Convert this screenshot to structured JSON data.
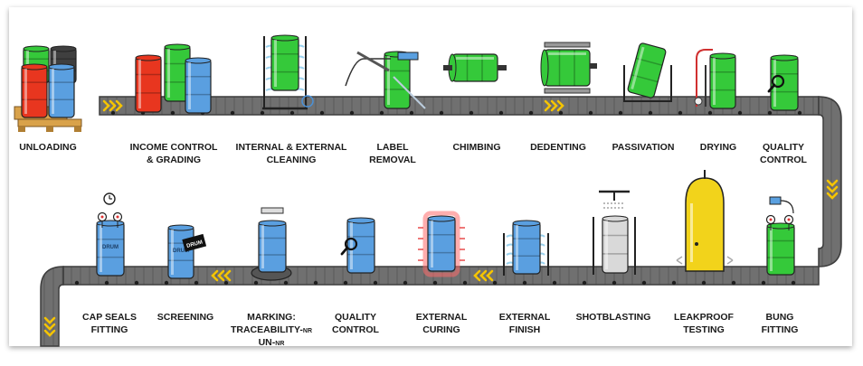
{
  "steps_top": [
    {
      "id": "unloading",
      "lines": [
        "UNLOADING"
      ]
    },
    {
      "id": "income-control-grading",
      "lines": [
        "INCOME CONTROL",
        "& GRADING"
      ]
    },
    {
      "id": "internal-external-cleaning",
      "lines": [
        "INTERNAL & EXTERNAL",
        "CLEANING"
      ]
    },
    {
      "id": "label-removal",
      "lines": [
        "LABEL",
        "REMOVAL"
      ]
    },
    {
      "id": "chimbing",
      "lines": [
        "CHIMBING"
      ]
    },
    {
      "id": "dedenting",
      "lines": [
        "DEDENTING"
      ]
    },
    {
      "id": "passivation",
      "lines": [
        "PASSIVATION"
      ]
    },
    {
      "id": "drying",
      "lines": [
        "DRYING"
      ]
    },
    {
      "id": "quality-control-top",
      "lines": [
        "QUALITY",
        "CONTROL"
      ]
    }
  ],
  "steps_bottom": [
    {
      "id": "cap-seals-fitting",
      "lines": [
        "CAP SEALS",
        "FITTING"
      ]
    },
    {
      "id": "screening",
      "lines": [
        "SCREENING"
      ]
    },
    {
      "id": "marking",
      "lines": [
        "MARKING:",
        "TRACEABILITY-",
        "UN-"
      ],
      "suffix": "NR"
    },
    {
      "id": "quality-control-bottom",
      "lines": [
        "QUALITY",
        "CONTROL"
      ]
    },
    {
      "id": "external-curing",
      "lines": [
        "EXTERNAL",
        "CURING"
      ]
    },
    {
      "id": "external-finish",
      "lines": [
        "EXTERNAL",
        "FINISH"
      ]
    },
    {
      "id": "shotblasting",
      "lines": [
        "SHOTBLASTING"
      ]
    },
    {
      "id": "leakproof-testing",
      "lines": [
        "LEAKPROOF",
        "TESTING"
      ]
    },
    {
      "id": "bung-fitting",
      "lines": [
        "BUNG",
        "FITTING"
      ]
    }
  ],
  "drum_text": "DRUM",
  "colors": {
    "belt": "#6d6d6d",
    "belt_dark": "#4a4a4a",
    "chevron": "#f5c400",
    "green": "#35c93a",
    "blue": "#5a9fe0",
    "red": "#e8361f",
    "grey_drum": "#3f3f3f",
    "yellow": "#f2d31b",
    "white_drum": "#d9d9d9",
    "pallet": "#d9a24a"
  }
}
